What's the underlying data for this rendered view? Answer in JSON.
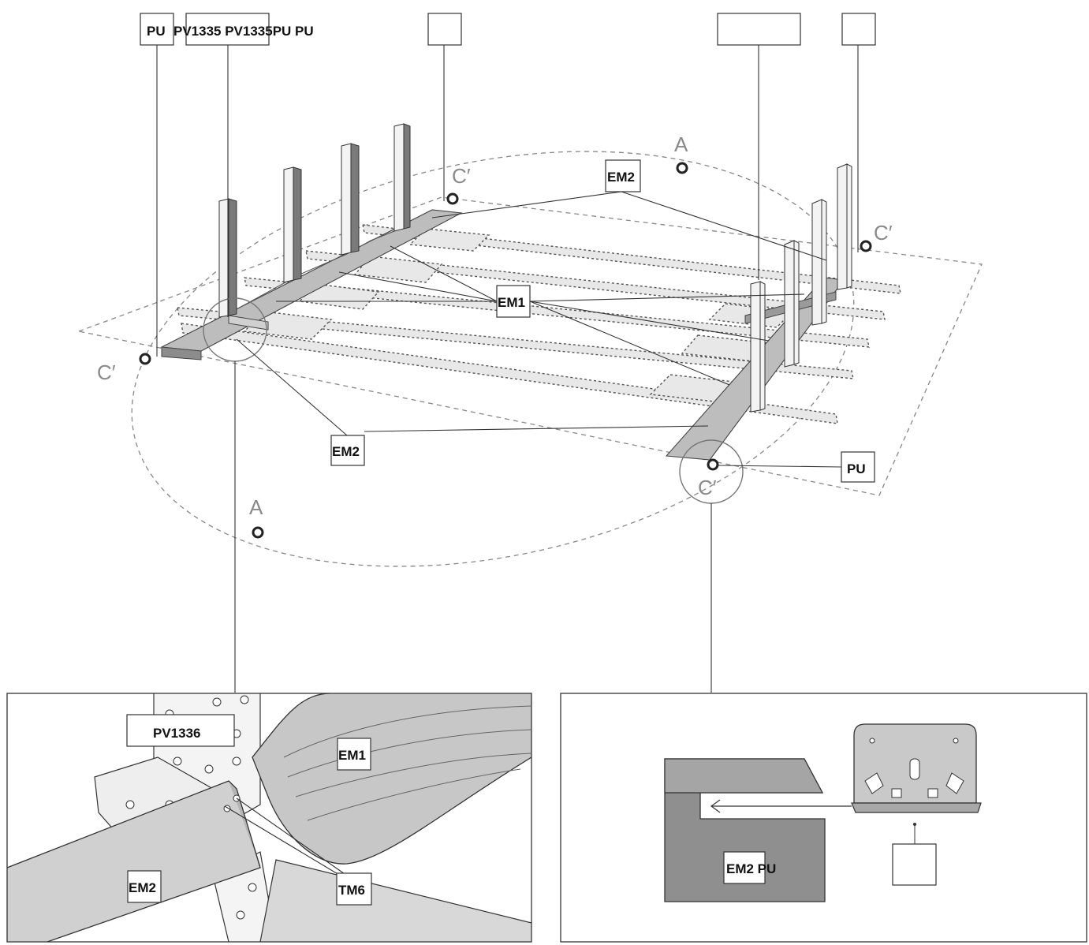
{
  "top_labels": {
    "pu_left": "PU",
    "pv1335_group": "PV1335 PV1335PU PU",
    "blank_1": "",
    "blank_2": "",
    "blank_3": ""
  },
  "callouts": {
    "em2_top": "EM2",
    "em1_center": "EM1",
    "em2_left": "EM2",
    "pu_right": "PU"
  },
  "points": {
    "a_top": "A",
    "a_bottom": "A",
    "c_top_center": "C′",
    "c_right": "C′",
    "c_left": "C′",
    "c_bottom": "C′"
  },
  "detail_left": {
    "pv1336": "PV1336",
    "em1": "EM1",
    "em2": "EM2",
    "tm6": "TM6"
  },
  "detail_right": {
    "em2_pu": "EM2 PU",
    "blank_box": ""
  },
  "colors": {
    "steel_dark": "#7a7a7a",
    "steel_mid": "#bdbdbd",
    "steel_light": "#d9d9d9",
    "line": "#333333",
    "point_letter": "#8a8a8a"
  }
}
